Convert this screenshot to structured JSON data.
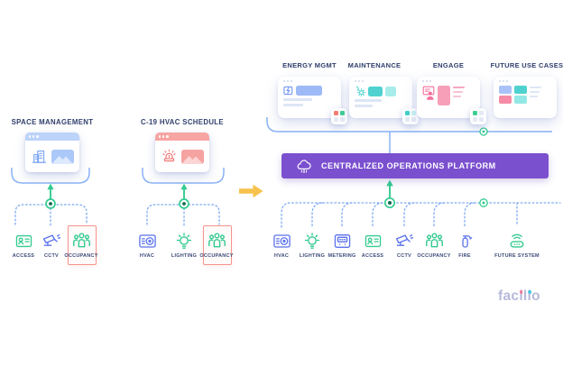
{
  "colors": {
    "navy": "#30406d",
    "labelNavy": "#3c4a78",
    "green": "#33cb90",
    "greenDark": "#0e6b4b",
    "blue": "#5b72ee",
    "lineBlue": "#8ab2f6",
    "dashBlue": "#7ea9f2",
    "purple": "#7b50cf",
    "yellow": "#f6c14c",
    "redBox": "#f5948c",
    "pink": "#f4719b",
    "teal": "#49d2ce",
    "lineGrey": "#dde6f6",
    "logo": "#b6b9da",
    "logoPink": "#f2739b",
    "logoTeal": "#4ac6e0"
  },
  "left_flows": [
    {
      "title": "SPACE MANAGEMENT",
      "devices": [
        {
          "label": "ACCESS",
          "icon": "id-card",
          "highlighted": false
        },
        {
          "label": "CCTV",
          "icon": "cctv-camera",
          "highlighted": false
        },
        {
          "label": "OCCUPANCY",
          "icon": "people",
          "highlighted": true
        }
      ]
    },
    {
      "title": "C-19 HVAC SCHEDULE",
      "devices": [
        {
          "label": "HVAC",
          "icon": "hvac-unit",
          "highlighted": false
        },
        {
          "label": "LIGHTING",
          "icon": "light-bulb",
          "highlighted": false
        },
        {
          "label": "OCCUPANCY",
          "icon": "people",
          "highlighted": true
        }
      ]
    }
  ],
  "platform": {
    "bar_label": "CENTRALIZED OPERATIONS PLATFORM",
    "modules": [
      {
        "label": "ENERGY MGMT"
      },
      {
        "label": "MAINTENANCE"
      },
      {
        "label": "ENGAGE"
      },
      {
        "label": "FUTURE USE CASES"
      }
    ],
    "devices": [
      {
        "label": "HVAC",
        "icon": "hvac-unit"
      },
      {
        "label": "LIGHTING",
        "icon": "light-bulb"
      },
      {
        "label": "METERING",
        "icon": "meter"
      },
      {
        "label": "ACCESS",
        "icon": "id-card"
      },
      {
        "label": "CCTV",
        "icon": "cctv-camera"
      },
      {
        "label": "OCCUPANCY",
        "icon": "people"
      },
      {
        "label": "FIRE",
        "icon": "fire-extinguisher"
      },
      {
        "label": "FUTURE SYSTEM",
        "icon": "iot-hub"
      }
    ]
  },
  "logo": {
    "seg1": "fac",
    "i1": "i",
    "seg2": "l",
    "i2": "i",
    "seg3": "o"
  }
}
